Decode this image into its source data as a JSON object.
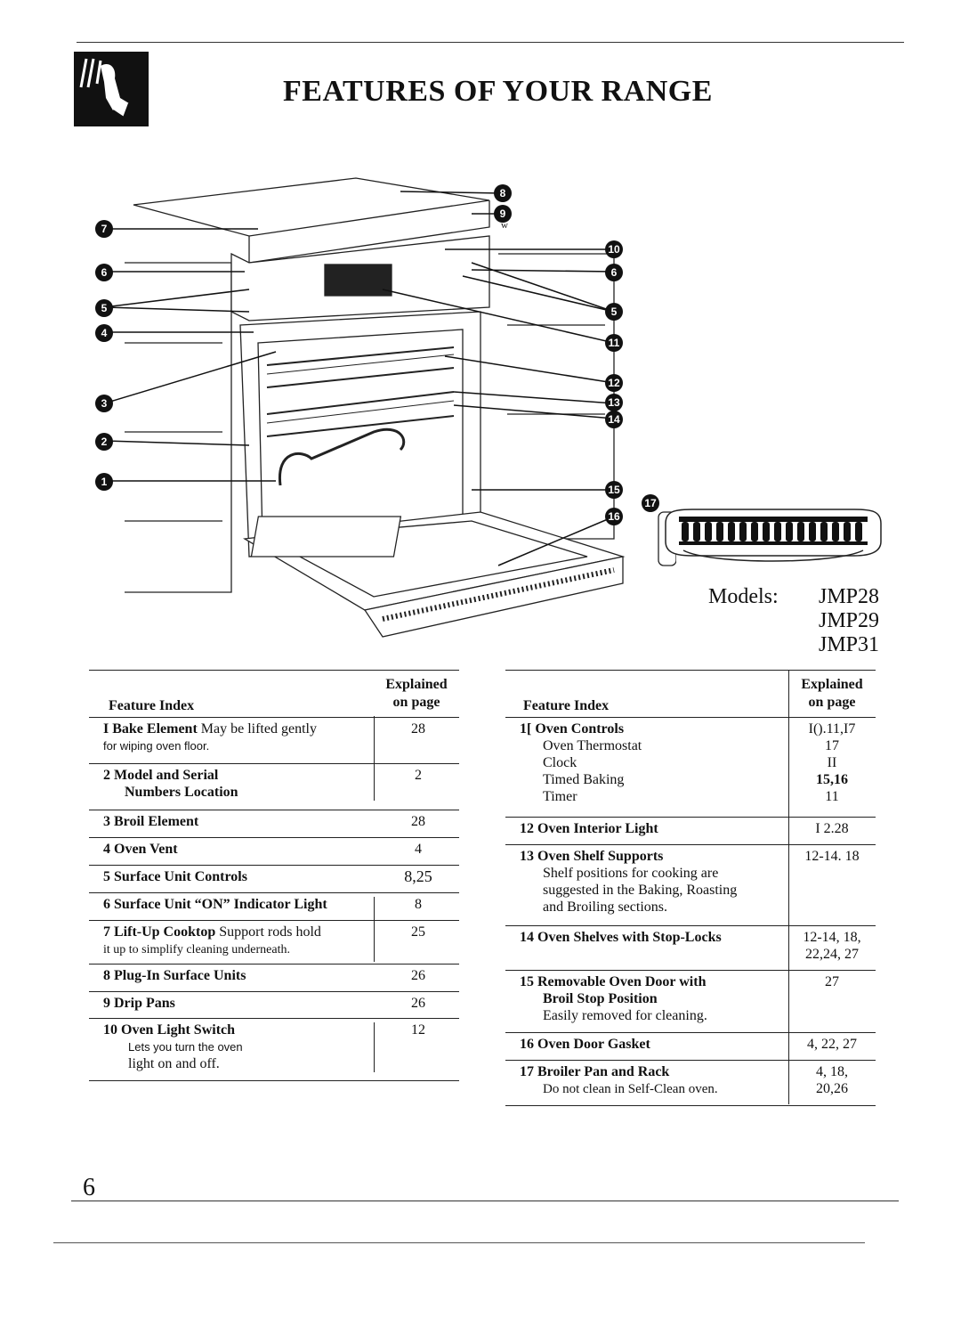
{
  "title": "FEATURES OF YOUR RANGE",
  "models": {
    "label": "Models:",
    "list": [
      "JMP28",
      "JMP29",
      "JMP31"
    ]
  },
  "diagram": {
    "markers": [
      "1",
      "2",
      "3",
      "4",
      "5",
      "6",
      "7",
      "8",
      "9",
      "10",
      "11",
      "12",
      "13",
      "14",
      "15",
      "16",
      "17"
    ],
    "stray_w": "w"
  },
  "table_left": {
    "col_feature": "Feature Index",
    "col_explained_1": "Explained",
    "col_explained_2": "on page",
    "rows": [
      {
        "lines": [
          [
            "I Bake Element",
            "May be lifted gently"
          ],
          [
            "for wiping oven floor."
          ]
        ],
        "page": "28"
      },
      {
        "lines": [
          [
            "2 Model and Serial"
          ],
          [
            "Numbers Location"
          ]
        ],
        "page": "2"
      },
      {
        "lines": [
          [
            "3 Broil Element"
          ]
        ],
        "page": "28"
      },
      {
        "lines": [
          [
            "4 Oven Vent"
          ]
        ],
        "page": "4"
      },
      {
        "lines": [
          [
            "5 Surface Unit Controls"
          ]
        ],
        "page": "8,25"
      },
      {
        "lines": [
          [
            "6 Surface Unit “ON” Indicator Light"
          ]
        ],
        "page": "8"
      },
      {
        "lines": [
          [
            "7 Lift-Up Cooktop",
            "Support rods hold"
          ],
          [
            "it up to simplify cleaning underneath."
          ]
        ],
        "page": "25"
      },
      {
        "lines": [
          [
            "8 Plug-In Surface Units"
          ]
        ],
        "page": "26"
      },
      {
        "lines": [
          [
            "9 Drip Pans"
          ]
        ],
        "page": "26"
      },
      {
        "lines": [
          [
            "10 Oven Light Switch"
          ],
          [
            "Lets you turn the oven"
          ],
          [
            "light on and off."
          ]
        ],
        "page": "12"
      }
    ]
  },
  "table_right": {
    "col_feature": "Feature Index",
    "col_explained_1": "Explained",
    "col_explained_2": "on page",
    "rows": [
      {
        "lines": [
          [
            "1[ Oven Controls"
          ],
          [
            "Oven Thermostat"
          ],
          [
            "Clock"
          ],
          [
            "Timed Baking"
          ],
          [
            "Timer"
          ]
        ],
        "pages": [
          "I().11,I7",
          "17",
          "II",
          "15,16",
          "11"
        ]
      },
      {
        "lines": [
          [
            "12 Oven Interior Light"
          ]
        ],
        "pages": [
          "I 2.28"
        ]
      },
      {
        "lines": [
          [
            "13 Oven Shelf Supports"
          ],
          [
            "Shelf positions for cooking are"
          ],
          [
            "suggested in the Baking, Roasting"
          ],
          [
            "and Broiling sections."
          ]
        ],
        "pages": [
          "12-14. 18"
        ]
      },
      {
        "lines": [
          [
            "14 Oven Shelves with Stop-Locks"
          ]
        ],
        "pages": [
          "12-14, 18,",
          "22,24, 27"
        ]
      },
      {
        "lines": [
          [
            "15 Removable Oven Door with"
          ],
          [
            "Broil Stop Position"
          ],
          [
            "Easily removed for cleaning."
          ]
        ],
        "pages": [
          "27"
        ]
      },
      {
        "lines": [
          [
            "16 Oven Door Gasket"
          ]
        ],
        "pages": [
          "4, 22, 27"
        ]
      },
      {
        "lines": [
          [
            "17 Broiler Pan and Rack"
          ],
          [
            "Do not clean in Self-Clean oven."
          ]
        ],
        "pages": [
          "4, 18,",
          "20,26"
        ]
      }
    ]
  },
  "page_number": "6"
}
